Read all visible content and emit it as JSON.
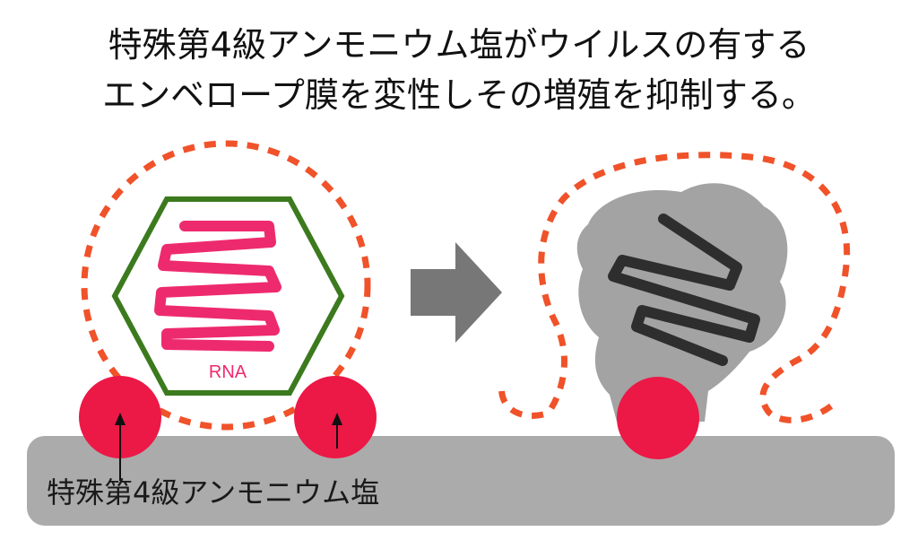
{
  "title": {
    "line1": "特殊第4級アンモニウム塩がウイルスの有する",
    "line2": "エンベロープ膜を変性しその増殖を抑制する。"
  },
  "diagram": {
    "rna_label": "RNA",
    "surface_label": "特殊第4級アンモニウム塩"
  },
  "colors": {
    "envelope_dots": "#F0522A",
    "capsid": "#3C7A1E",
    "rna": "#EE2A6E",
    "salt_particle": "#EC1846",
    "surface": "#ABABAB",
    "arrow": "#777777",
    "denatured_blob": "#A3A3A3",
    "denatured_rna": "#2E2E2E"
  }
}
